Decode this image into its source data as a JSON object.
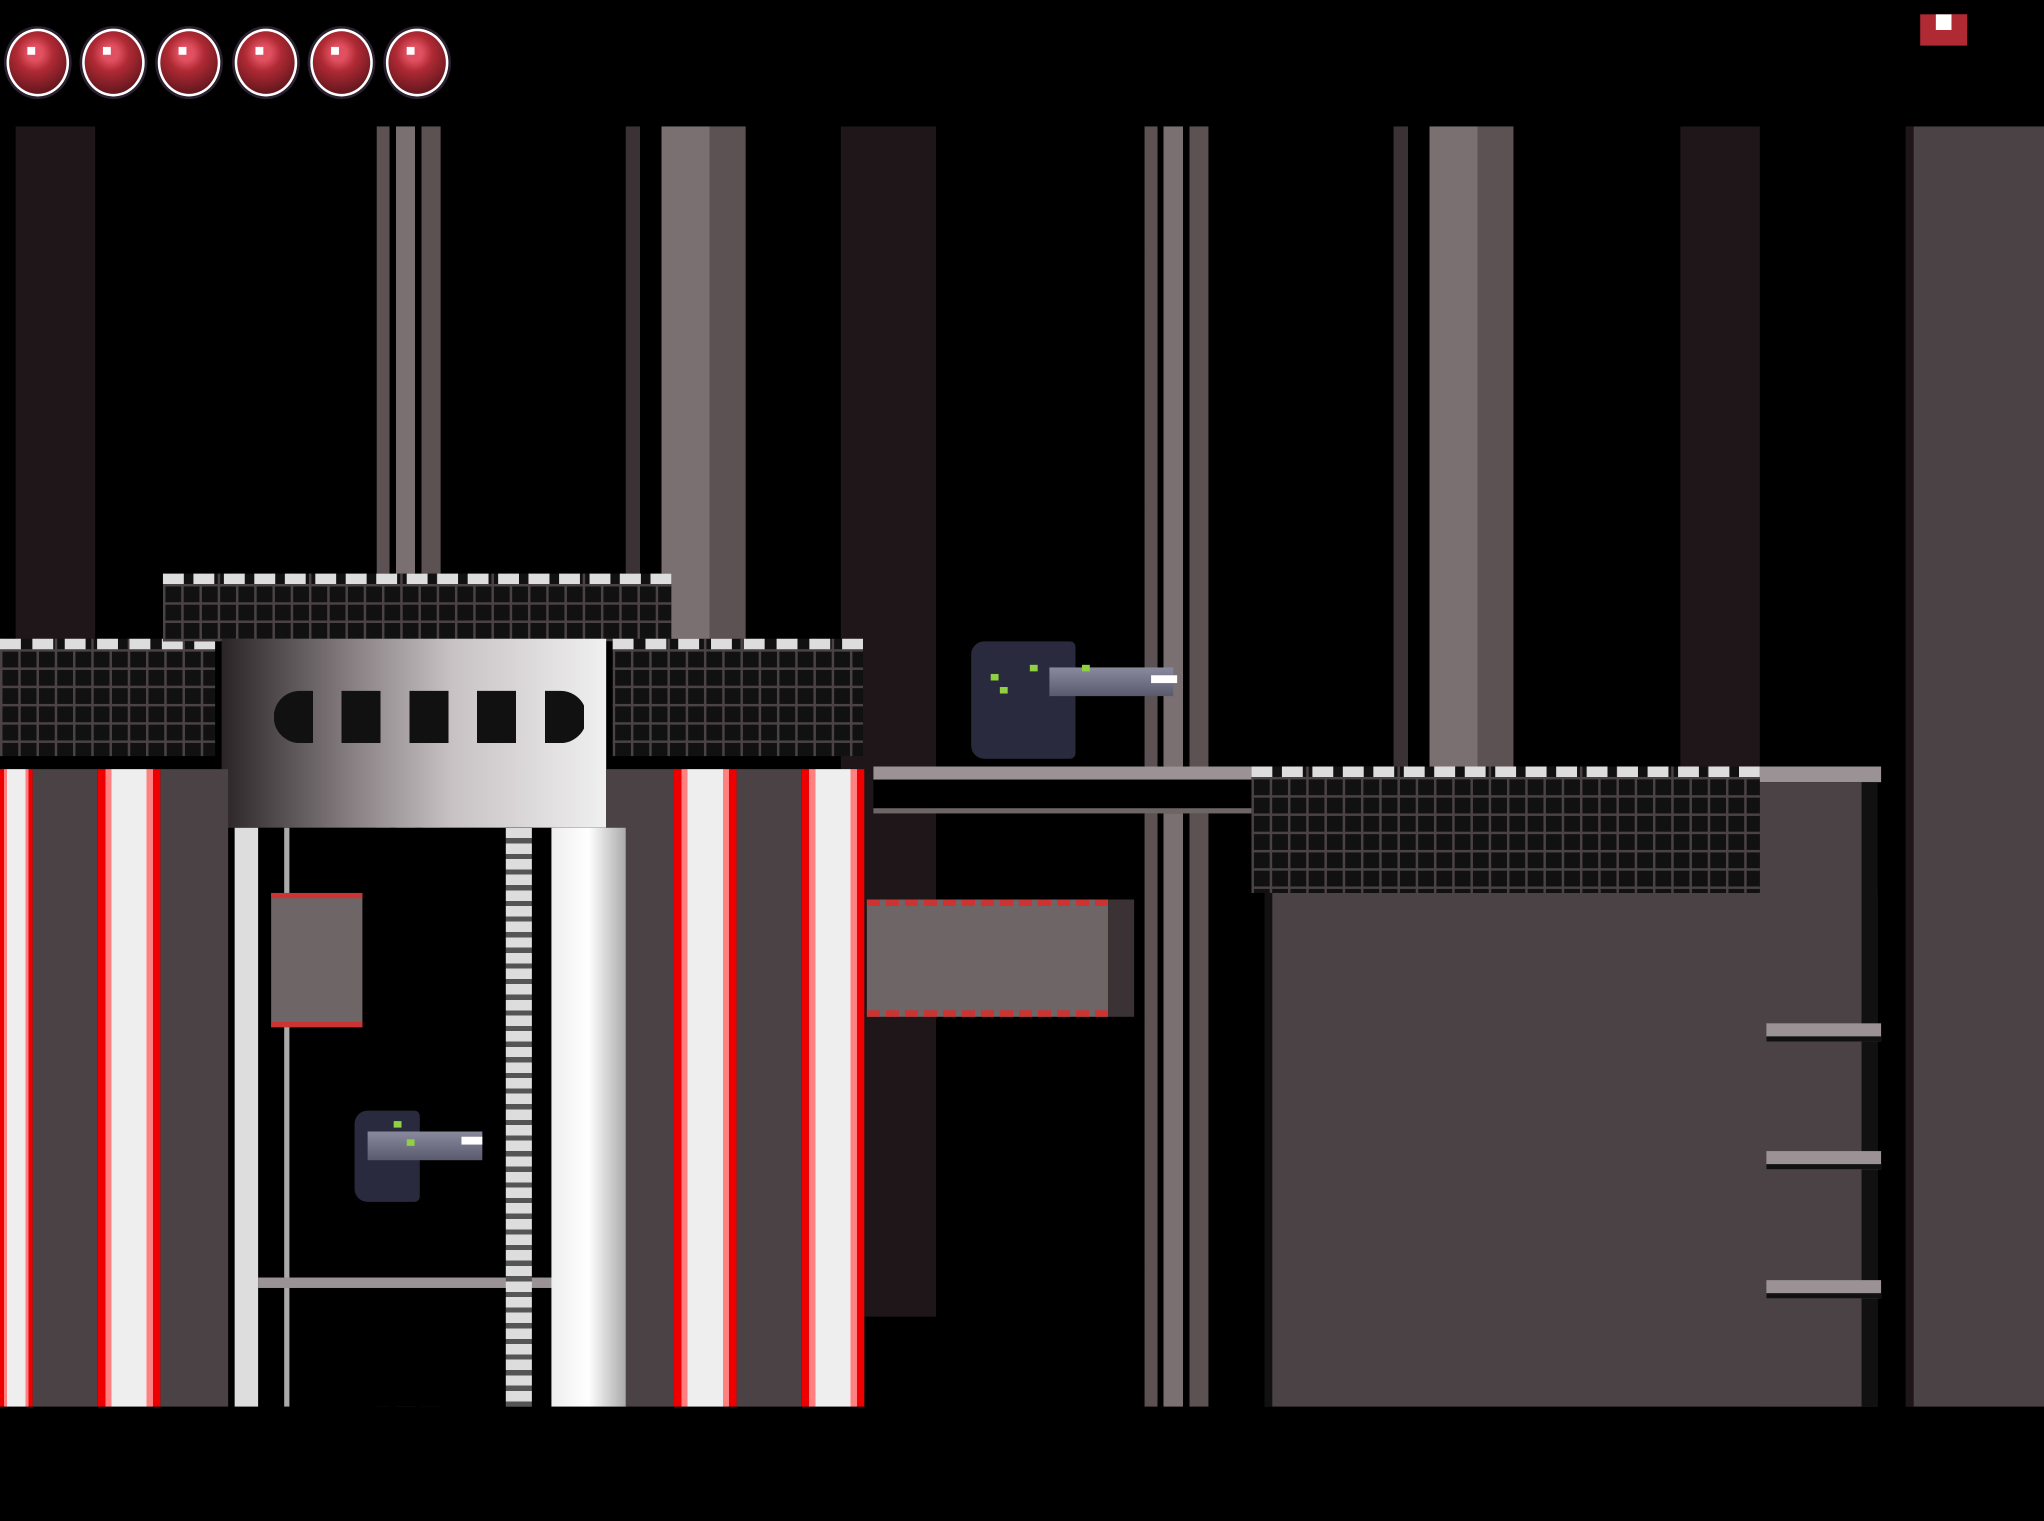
{
  "hud": {
    "health_orbs": 6,
    "health_icon": "health-orb-icon",
    "map_icon": "minimap-icon",
    "colors": {
      "health": "#b02a34",
      "map": "#b02a34",
      "laser": "#ee0000"
    }
  },
  "level": {
    "enemies": 2,
    "ladder_rungs": 3,
    "laser_columns": 4
  }
}
